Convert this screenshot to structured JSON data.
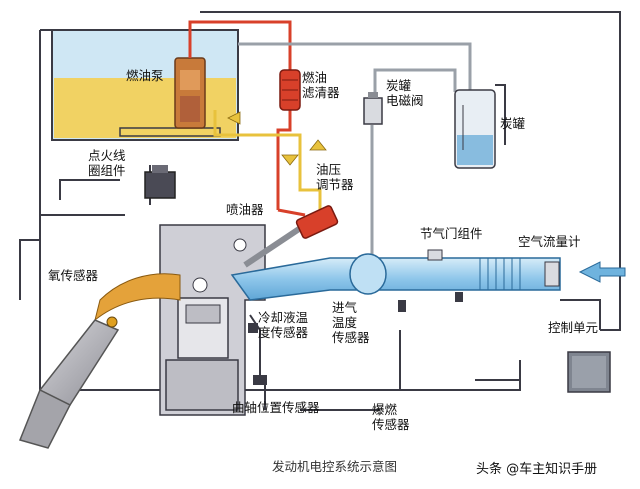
{
  "labels": {
    "fuel_pump": "燃油泵",
    "fuel_filter": "燃油\n滤清器",
    "canister_valve": "炭罐\n电磁阀",
    "canister": "炭罐",
    "ignition_coil": "点火线\n圈组件",
    "pressure_regulator": "油压\n调节器",
    "injector": "喷油器",
    "throttle_body": "节气门组件",
    "air_flow_meter": "空气流量计",
    "oxygen_sensor": "氧传感器",
    "intake_temp_sensor": "进气\n温度\n传感器",
    "coolant_temp_sensor": "冷却液温\n度传感器",
    "control_unit": "控制单元",
    "crank_position_sensor": "曲轴位置传感器",
    "knock_sensor": "爆燃\n传感器"
  },
  "caption": "发动机电控系统示意图",
  "credit": "头条 @车主知识手册",
  "colors": {
    "fuel_line": "#d8402a",
    "return_line": "#e8c23c",
    "air_duct": "#8ec6ea",
    "tank_fill": "#f1d263",
    "tank_air": "#cfe7f4",
    "engine_block": "#cfcfd6",
    "exhaust": "#b7b7bd",
    "heat": "#e4a23a",
    "wire": "#3a3a44"
  }
}
